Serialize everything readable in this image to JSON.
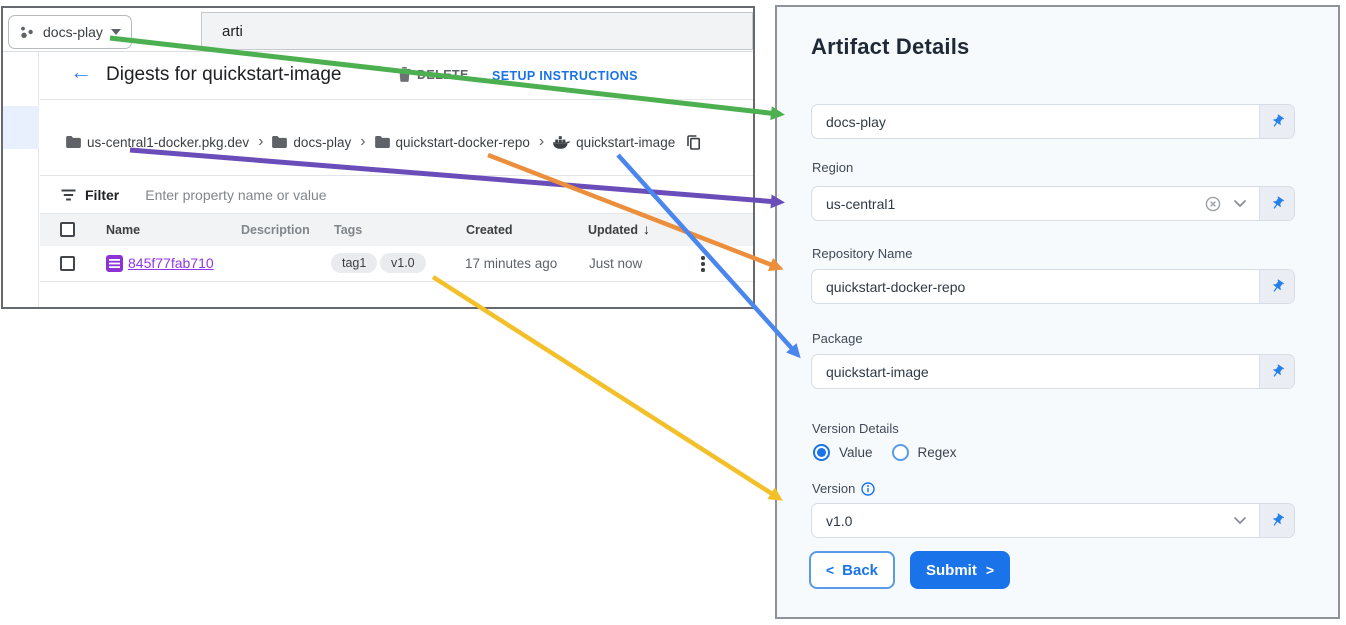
{
  "console": {
    "project_switcher": {
      "label": "docs-play"
    },
    "search": {
      "value": "arti"
    },
    "header": {
      "back_icon": "←",
      "title": "Digests for quickstart-image",
      "delete_label": "DELETE",
      "setup_label": "SETUP INSTRUCTIONS"
    },
    "breadcrumb": {
      "separator": "›",
      "items": [
        "us-central1-docker.pkg.dev",
        "docs-play",
        "quickstart-docker-repo",
        "quickstart-image"
      ]
    },
    "filter": {
      "label": "Filter",
      "placeholder": "Enter property name or value"
    },
    "table": {
      "columns": [
        "Name",
        "Description",
        "Tags",
        "Created",
        "Updated"
      ],
      "sort_icon": "↓",
      "row": {
        "name": "845f77fab710",
        "tags": [
          "tag1",
          "v1.0"
        ],
        "created": "17 minutes ago",
        "updated": "Just now"
      }
    }
  },
  "panel": {
    "title": "Artifact Details",
    "project_field": {
      "value": "docs-play"
    },
    "region": {
      "label": "Region",
      "value": "us-central1"
    },
    "repository": {
      "label": "Repository Name",
      "value": "quickstart-docker-repo"
    },
    "package": {
      "label": "Package",
      "value": "quickstart-image"
    },
    "version_details": {
      "label": "Version Details",
      "options": [
        "Value",
        "Regex"
      ],
      "selected": "Value"
    },
    "version": {
      "label": "Version",
      "value": "v1.0"
    },
    "buttons": {
      "back_chevron": "<",
      "back": "Back",
      "submit": "Submit",
      "submit_chevron": ">"
    }
  },
  "arrows": [
    {
      "name": "project-arrow",
      "color": "#4caf50"
    },
    {
      "name": "region-arrow",
      "color": "#6a4db8"
    },
    {
      "name": "repository-arrow",
      "color": "#ec8f3c"
    },
    {
      "name": "package-arrow",
      "color": "#4a86ee"
    },
    {
      "name": "version-arrow",
      "color": "#f3c029"
    }
  ]
}
